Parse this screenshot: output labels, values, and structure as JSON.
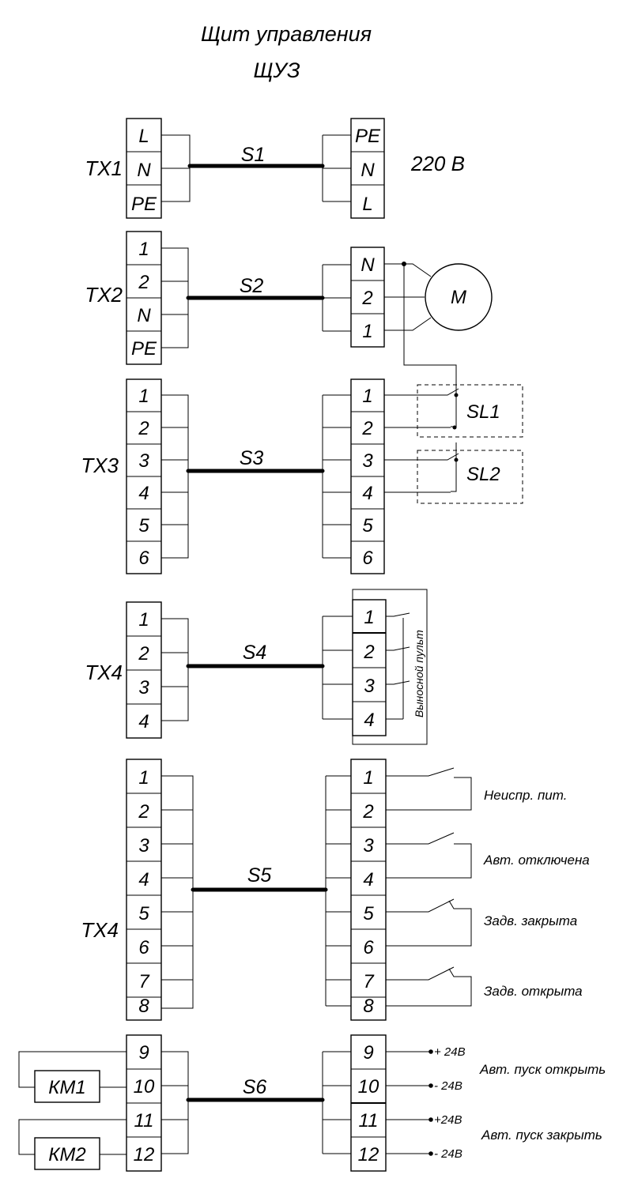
{
  "title": {
    "line1": "Щит управления",
    "line2": "ЩУЗ"
  },
  "blocks": [
    {
      "tx": "TX1",
      "cable": "S1",
      "left": [
        "L",
        "N",
        "PE"
      ],
      "right": [
        "PE",
        "N",
        "L"
      ],
      "note": "220 В"
    },
    {
      "tx": "TX2",
      "cable": "S2",
      "left": [
        "1",
        "2",
        "N",
        "PE"
      ],
      "right": [
        "N",
        "2",
        "1"
      ],
      "motor": "M"
    },
    {
      "tx": "TX3",
      "cable": "S3",
      "left": [
        "1",
        "2",
        "3",
        "4",
        "5",
        "6"
      ],
      "right": [
        "1",
        "2",
        "3",
        "4",
        "5",
        "6"
      ],
      "sensors": [
        "SL1",
        "SL2"
      ]
    },
    {
      "tx": "TX4",
      "cable": "S4",
      "left": [
        "1",
        "2",
        "3",
        "4"
      ],
      "right": [
        "1",
        "2",
        "3",
        "4"
      ],
      "remote": "Выносной пульт"
    },
    {
      "tx": "TX4",
      "cable": "S5",
      "left": [
        "1",
        "2",
        "3",
        "4",
        "5",
        "6",
        "7",
        "8"
      ],
      "right": [
        "1",
        "2",
        "3",
        "4",
        "5",
        "6",
        "7",
        "8"
      ],
      "signals": [
        "Неиспр. пит.",
        "Авт. отключена",
        "Задв. закрыта",
        "Задв. открыта"
      ]
    },
    {
      "tx": "",
      "cable": "S6",
      "left": [
        "9",
        "10",
        "11",
        "12"
      ],
      "right": [
        "9",
        "10",
        "11",
        "12"
      ],
      "relays": [
        "КМ1",
        "КМ2"
      ],
      "voltages": [
        "+ 24В",
        "- 24В",
        "+24В",
        "- 24В"
      ],
      "commands": [
        "Авт. пуск открыть",
        "Авт. пуск закрыть"
      ]
    }
  ]
}
